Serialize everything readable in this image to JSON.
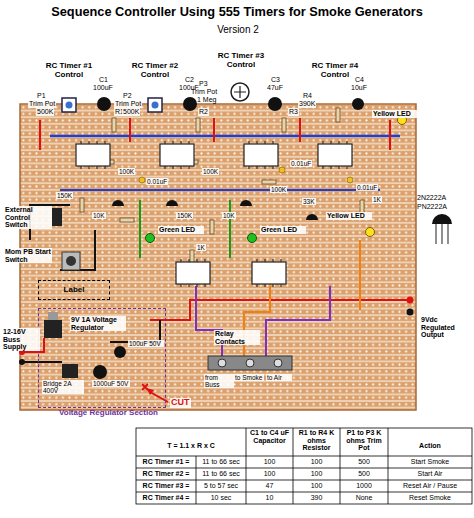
{
  "diagram": {
    "title": "Sequence Controller Using 555 Timers for Smoke Generators",
    "nodes": [
      {
        "text": [
          "Label"
        ]
      },
      {
        "text": [
          "Voltage Regulator Section"
        ]
      }
    ],
    "labels": [
      "Version 2",
      "RC Timer #1 Control",
      "RC Timer #2 Control",
      "RC Timer #3 Control",
      "RC Timer #4 Control",
      "P1",
      "Trim Pot",
      "500K",
      "C1",
      "100uF",
      "R1",
      "P2",
      "Trim Pot",
      "500K",
      "C2",
      "100uF",
      "R2",
      "P3",
      "Trim Pot",
      "1 Meg",
      "R3",
      "C3",
      "47uF",
      "R4",
      "390K",
      "C4",
      "10uF",
      "Yellow LED",
      "2N2222A",
      "PN2222A",
      "0.01uF",
      "0.01uF",
      "0.01uF",
      "100K",
      "100K",
      "100K",
      "150K",
      "10K",
      "150K",
      "10K",
      "1K",
      "1K",
      "33K",
      "Yellow LED",
      "Green LED",
      "Green LED",
      "External Control Switch",
      "Mom PB Start Switch",
      "9V 1A Voltage Regulator",
      "12-16V Buss Supply",
      "100uF 50V",
      "Bridge 2A 400V",
      "1000uF 50V",
      "Relay Contacts",
      "from Buss",
      "to Smoke",
      "to Air",
      "CUT",
      "9Vdc Regulated Output",
      "T = 1.1 x R x C",
      "C1 to C4 uF Capacitor",
      "R1 to R4 K ohms Resistor",
      "P1 to P3 K ohms Trim Pot",
      "Action",
      "RC Timer #1 =",
      "11 to 66 sec",
      "100",
      "100",
      "500",
      "Start Smoke",
      "RC Timer #2 =",
      "11 to 66 sec",
      "100",
      "100",
      "500",
      "Start Air",
      "RC Timer #3 =",
      "5 to 57 sec",
      "47",
      "100",
      "1000",
      "Reset Air / Pause",
      "RC Timer #4 =",
      "10 sec",
      "10",
      "390",
      "None",
      "Reset Smoke"
    ]
  }
}
